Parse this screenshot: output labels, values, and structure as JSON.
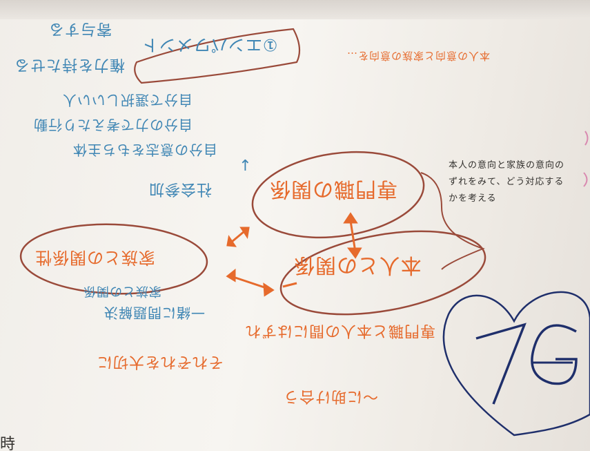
{
  "colors": {
    "paper": "#f3f0ec",
    "blue_ink": "#3f86b4",
    "orange_ink": "#e66a2c",
    "brown_ink": "#9a4a3a",
    "navy_ink": "#1f2f6b",
    "dark_ink": "#33312e"
  },
  "notes": {
    "top_left_1": "①エンパワメント",
    "top_left_2": "権力を持たせる",
    "top_left_3": "寄与する",
    "blue_block_1": "自分で選択しいい人",
    "blue_block_2": "自分の力で考えたり行動",
    "blue_block_3": "自分の意志をもち主体",
    "blue_block_4": "↓",
    "blue_block_5": "社会参加",
    "bubble_top": "専門職の関係",
    "bubble_middle_right": "本人との関係",
    "bubble_left": "家族との関係性",
    "blue_under_left_1": "家族との関係",
    "blue_under_left_2": "一緒に問題解決",
    "orange_top_right": "本人の意向と家族の意向を…",
    "orange_bottom_1": "専門職と本人の間にはずれ",
    "orange_bottom_2": "それぞれを大切に",
    "orange_bottom_3": "〜に助け合う",
    "dark_right": "本人の意向と家族の意向のずれをみて、どう対応するかを考える",
    "heart_text": "7G",
    "bottom_left_corner": "時"
  },
  "icons": {
    "heart": "heart-outline-icon",
    "arrows": "double-arrow-icon"
  }
}
